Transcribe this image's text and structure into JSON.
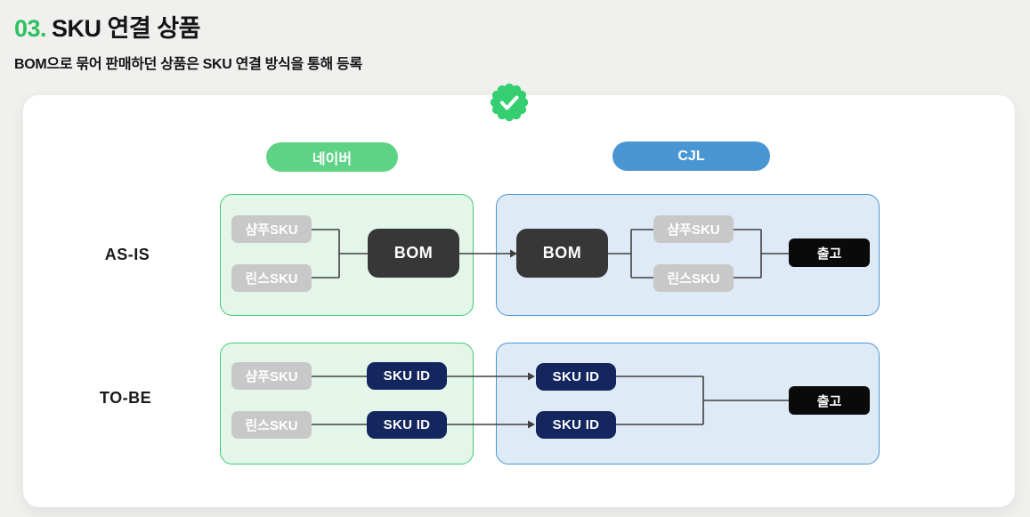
{
  "header": {
    "title_number": "03.",
    "title_text": "SKU 연결 상품",
    "subtitle": "BOM으로 묶어 판매하던 상품은 SKU 연결 방식을 통해 등록"
  },
  "legend": {
    "naver": "네이버",
    "cjl": "CJL"
  },
  "rows": {
    "as_is": {
      "label": "AS-IS",
      "naver_inputs": [
        "샴푸SKU",
        "린스SKU"
      ],
      "naver_node": "BOM",
      "cjl_node": "BOM",
      "cjl_outputs": [
        "샴푸SKU",
        "린스SKU"
      ],
      "cjl_end": "출고"
    },
    "to_be": {
      "label": "TO-BE",
      "naver_skus": [
        "샴푸SKU",
        "린스SKU"
      ],
      "naver_ids": [
        "SKU ID",
        "SKU ID"
      ],
      "cjl_ids": [
        "SKU ID",
        "SKU ID"
      ],
      "cjl_end": "출고"
    }
  },
  "icons": {
    "verified_badge": "check-seal-icon"
  },
  "colors": {
    "accent_green": "#2ec160",
    "badge_green": "#35cf72",
    "naver_pill_green": "#5fd385",
    "cjl_pill_blue": "#4a96d2",
    "green_panel_fill": "#e4f6ea",
    "green_panel_border": "#3ecb71",
    "blue_panel_fill": "#dfeaf7",
    "blue_panel_border": "#4a96d2",
    "gray_box": "#c8c8c8",
    "dark_box": "#373737",
    "navy_box": "#13265e",
    "black_box": "#0a0a0a",
    "connector_line": "#3f3f3f"
  }
}
